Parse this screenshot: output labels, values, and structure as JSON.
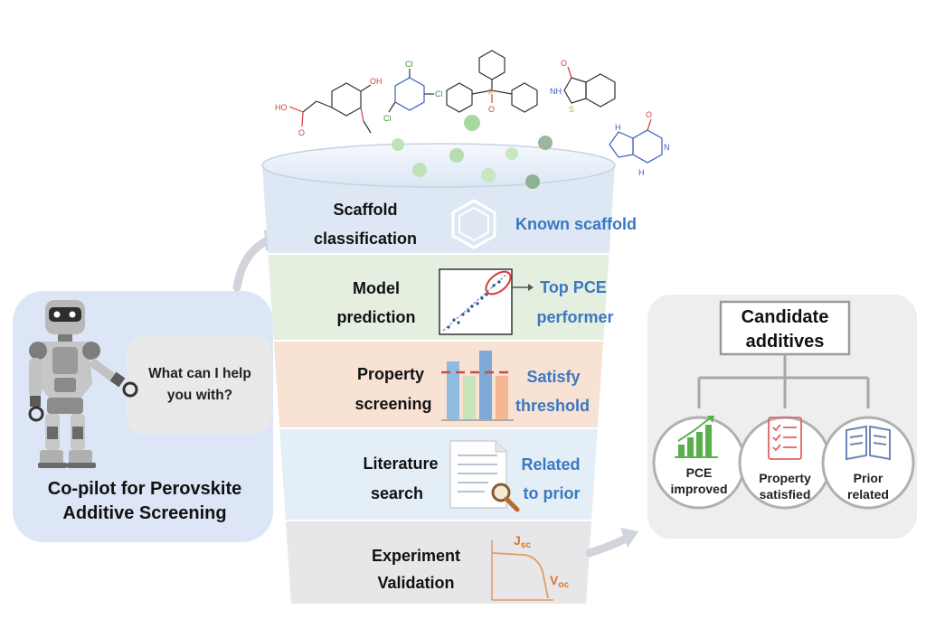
{
  "copilot": {
    "title_line1": "Co-pilot for Perovskite",
    "title_line2": "Additive Screening",
    "bubble_line1": "What can I help",
    "bubble_line2": "you with?"
  },
  "funnel": {
    "stages": [
      {
        "label_line1": "Scaffold",
        "label_line2": "classification",
        "result_line1": "Known scaffold",
        "result_line2": "",
        "color": "#dde8f4"
      },
      {
        "label_line1": "Model",
        "label_line2": "prediction",
        "result_line1": "Top PCE",
        "result_line2": "performer",
        "color": "#e4efe0"
      },
      {
        "label_line1": "Property",
        "label_line2": "screening",
        "result_line1": "Satisfy",
        "result_line2": "threshold",
        "color": "#f8e2d4"
      },
      {
        "label_line1": "Literature",
        "label_line2": "search",
        "result_line1": "Related",
        "result_line2": "to prior",
        "color": "#e3eef7"
      },
      {
        "label_line1": "Experiment",
        "label_line2": "Validation",
        "result_line1": "",
        "result_line2": "",
        "color": "#e7e7ea"
      }
    ],
    "jv_axis_y": "J",
    "jv_axis_y_sub": "sc",
    "jv_axis_x": "V",
    "jv_axis_x_sub": "oc"
  },
  "molecules": {
    "atom_O": "O",
    "atom_OH": "OH",
    "atom_HO": "HO",
    "atom_Cl": "Cl",
    "atom_N": "N",
    "atom_P": "P",
    "atom_S": "S",
    "atom_NH": "NH",
    "atom_H": "H"
  },
  "candidates": {
    "title_line1": "Candidate",
    "title_line2": "additives",
    "items": [
      {
        "line1": "PCE",
        "line2": "improved"
      },
      {
        "line1": "Property",
        "line2": "satisfied"
      },
      {
        "line1": "Prior",
        "line2": "related"
      }
    ]
  },
  "colors": {
    "accent_blue": "#3b78c2",
    "panel_blue": "#dde6f6",
    "panel_gray": "#eeeeee",
    "green": "#59b04d",
    "red": "#e06464",
    "orange": "#e39a5d",
    "icon_blue": "#6e86b6"
  }
}
